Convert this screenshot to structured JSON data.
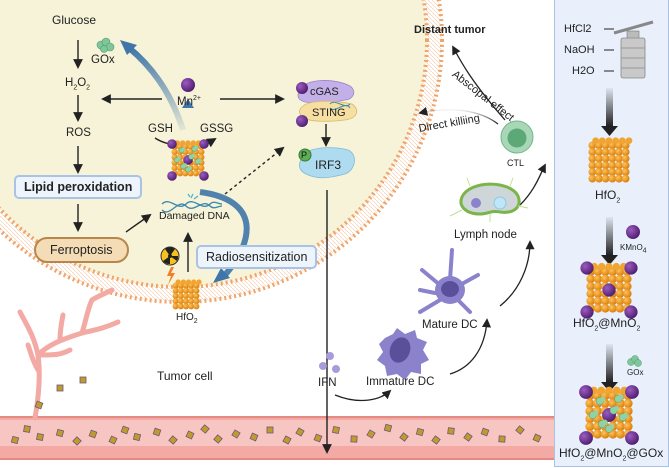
{
  "title": "HfO2@MnO2@GOx radiosensitization and immune activation mechanism",
  "tumor_cell": {
    "label": "Tumor cell",
    "glucose": "Glucose",
    "gox": "GOx",
    "h2o2_main": "H",
    "h2o2_sub1": "2",
    "h2o2_mid": "O",
    "h2o2_sub2": "2",
    "ros": "ROS",
    "lipid_peroxidation": "Lipid peroxidation",
    "ferroptosis": "Ferroptosis",
    "mn_ion_main": "Mn",
    "mn_ion_sup": "2+",
    "gsh": "GSH",
    "gssg": "GSSG",
    "damaged_dna": "Damaged DNA",
    "radiosensitization": "Radiosensitization",
    "hfo2_main": "HfO",
    "hfo2_sub": "2",
    "cgas": "cGAS",
    "sting": "STING",
    "irf3": "IRF3",
    "phospho": "P"
  },
  "immune": {
    "ifn": "IFN",
    "immature_dc": "Immature DC",
    "mature_dc": "Mature DC",
    "lymph_node": "Lymph node",
    "ctl": "CTL",
    "direct_killing": "Direct killiing",
    "abscopal_effect": "Abscopal effect",
    "distant_tumor": "Distant tumor"
  },
  "synthesis_panel": {
    "reagent_1": "HfCl2",
    "reagent_2": "NaOH",
    "reagent_3": "H2O",
    "product_1_main": "HfO",
    "product_1_sub": "2",
    "kmno4": "KMnO",
    "kmno4_sub": "4",
    "product_2": [
      "HfO",
      "2",
      "@MnO",
      "2"
    ],
    "gox": "GOx",
    "product_3": [
      "HfO",
      "2",
      "@MnO",
      "2",
      "@GOx"
    ]
  },
  "colors": {
    "cytoplasm": "#f6f3d8",
    "membrane": "#f0a46a",
    "arrow_blue": "#3f75a8",
    "hfo2_orange": "#e8920f",
    "mn_purple": "#6b2f8e",
    "gox_green": "#7fc79a",
    "vessel": "#f3a9a4",
    "panel_bg": "#e9f0fb",
    "box_border": "#a9c3e6"
  }
}
